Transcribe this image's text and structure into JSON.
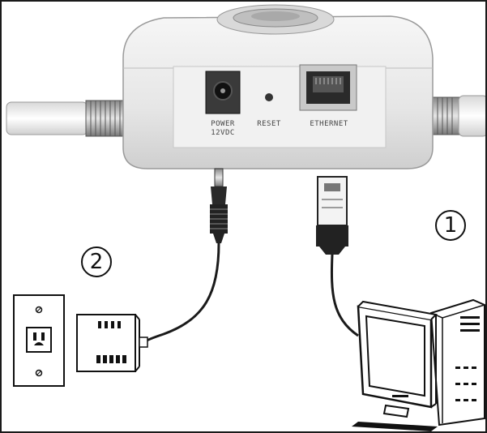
{
  "labels": {
    "power_line1": "POWER",
    "power_line2": "12VDC",
    "reset": "RESET",
    "ethernet": "ETHERNET"
  },
  "steps": {
    "one": "1",
    "two": "2"
  },
  "colors": {
    "device_body": "#ececec",
    "device_shadow": "#c8c8c8",
    "line": "#1a1a1a",
    "port_dark": "#2a2a2a",
    "metal": "#bdbdbd"
  }
}
